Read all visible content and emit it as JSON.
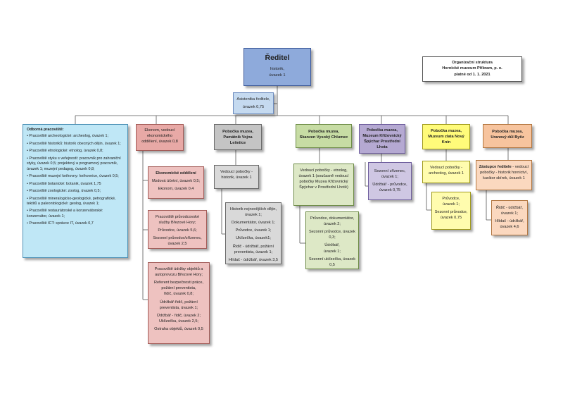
{
  "director": {
    "title": "Ředitel",
    "role": "historik,",
    "load": "úvazek 1"
  },
  "org_info": {
    "line1": "Organizační struktura",
    "line2": "Hornické muzeum Příbram, p. o.",
    "line3": "platné od 1. 1. 2021"
  },
  "assistant": {
    "line1": "Asistentka ředitele,",
    "line2": "úvazek 0,75"
  },
  "specialist": {
    "title": "Odborná pracoviště:",
    "items": [
      "Pracoviště archeologické: archeolog, úvazek 1;",
      "Pracoviště historiků: historik obecných dějin, úvazek 1;",
      "Pracoviště etnologické: etnolog, úvazek 0,8;",
      "Pracoviště styku s veřejností: pracovník pro zahraniční styky, úvazek 0,5; projektový a programový pracovník, úvazek 1; muzejní pedagog, úvazek 0,8;",
      "Pracoviště muzejní knihovny: knihovnice, úvazek 0,5;",
      "Pracoviště botanické: botanik, úvazek 1,75",
      "Pracoviště zoologické: zoolog, úvazek 0,5;",
      "Pracoviště mineralogicko-geologické, petrografické, tektitů a paleontologické: geolog, úvazek 1;",
      "Pracoviště restaurátorské a konzervátorské: konzervátor, úvazek 1;",
      "Pracoviště ICT: správce IT, úvazek 0,7"
    ]
  },
  "economics": {
    "head": "Ekonom, vedoucí ekonomického oddělení, úvazek 0,8",
    "dept": {
      "title": "Ekonomické oddělení",
      "l1": "Mzdová účetní, úvazek 0,5;",
      "l2": "Ekonom, úvazek 0,4"
    },
    "guides": {
      "l1": "Pracoviště průvodcovské služby Březové Hory;",
      "l2": "Průvodce, úvazek 5,6;",
      "l3": "Sezonní průvodce/zřízenec, úvazek 2,5"
    },
    "maint": {
      "l1": "Pracoviště údržby objektů a autoprovozu Březové Hory;",
      "l2": "Referent bezpečnosti práce, požární preventista,",
      "l3": "řidič, úvazek 0,8;",
      "l4": "Údržbář-řidič, požární preventista, úvazek 1;",
      "l5": "Údržbář - řidič, úvazek 2;",
      "l6": "Uklízečka, úvazek 2,5;",
      "l7": "Ostraha objektů, úvazek 0,5"
    }
  },
  "vojna": {
    "title": "Pobočka muzea,\nPamátník Vojna Lešetice",
    "head": "Vedoucí pobočky - historik, úvazek 1",
    "staff": {
      "l1": "Historik nejnovějších dějin, úvazek 1;",
      "l2": "Dokumentátor, úvazek 1;",
      "l3": "Průvodce, úvazek 1;",
      "l4": "Uklízečka, úvazek1;",
      "l5": "Řidič - údržbář, požární preventista, úvazek 1;",
      "l6": "Hlídač - údržbář, úvazek 3,5"
    }
  },
  "skanzen": {
    "title": "Pobočka muzea,\nSkanzen Vysoký Chlumec",
    "head": "Vedoucí pobočky - etnolog, úvazek 1 (současně vedoucí pobočky Muzea Křižovnický Špýchar v Prostřední Lhotě)",
    "staff": {
      "l1": "Průvodce, dokumentátor, úvazek 2;",
      "l2": "Sezonní průvodce, úvazek 0,3;",
      "l3": "Údržbář,",
      "l4": "úvazek 1;",
      "l5": "Sezonní uklízečka, úvazek 0,5"
    }
  },
  "spychar": {
    "title": "Pobočka muzea,\nMuzeum Křižovnický Špýchar Prostřední Lhota",
    "staff": {
      "l1": "Sezonní zřízenec, úvazek 1;",
      "l2": "Údržbář - průvodce, úvazek 0,75"
    }
  },
  "zlata": {
    "title": "Pobočka muzea,\nMuzeum zlata Nový Knín",
    "head": "Vedoucí pobočky - archeolog, úvazek 1",
    "staff": {
      "l1": "Průvodce,",
      "l2": "úvazek 1;",
      "l3": "Sezonní průvodce, úvazek 0,75"
    }
  },
  "bytiz": {
    "title": "Pobočka muzea,\nUranový důl Bytíz",
    "head_bold": "Zástupce ředitele",
    "head_rest": " - vedoucí pobočky - historik hornictví, kurátor sbírek, úvazek 1",
    "staff": {
      "l1": "Řidič - údržbář, úvazek 1;",
      "l2": "Hlídač - údržbář, úvazek 4,6"
    }
  }
}
